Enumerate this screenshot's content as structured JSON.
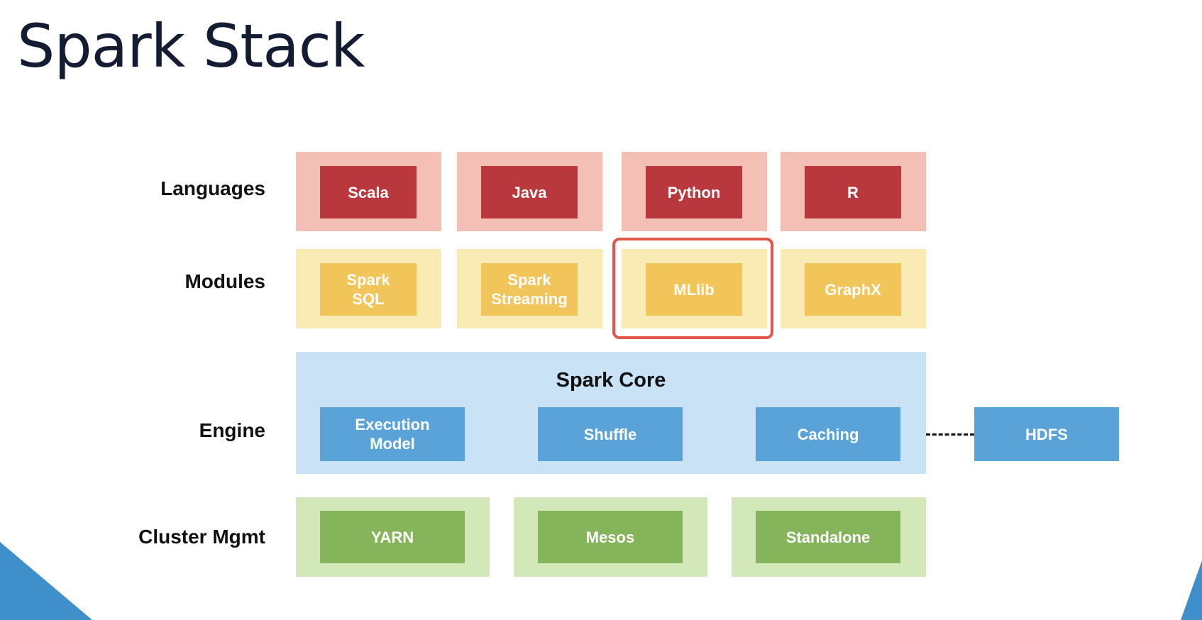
{
  "title": "Spark Stack",
  "rows": {
    "languages": "Languages",
    "modules": "Modules",
    "engine": "Engine",
    "cluster": "Cluster Mgmt"
  },
  "languages": [
    "Scala",
    "Java",
    "Python",
    "R"
  ],
  "modules": [
    "Spark\nSQL",
    "Spark\nStreaming",
    "MLlib",
    "GraphX"
  ],
  "engine": {
    "core_title": "Spark Core",
    "items": [
      "Execution\nModel",
      "Shuffle",
      "Caching"
    ],
    "external": "HDFS"
  },
  "cluster": [
    "YARN",
    "Mesos",
    "Standalone"
  ],
  "highlighted_module": "MLlib",
  "colors": {
    "languages": "#b8383d",
    "modules": "#f2c55b",
    "engine": "#5aa3d9",
    "cluster": "#86b45a",
    "highlight": "#e2564a"
  }
}
